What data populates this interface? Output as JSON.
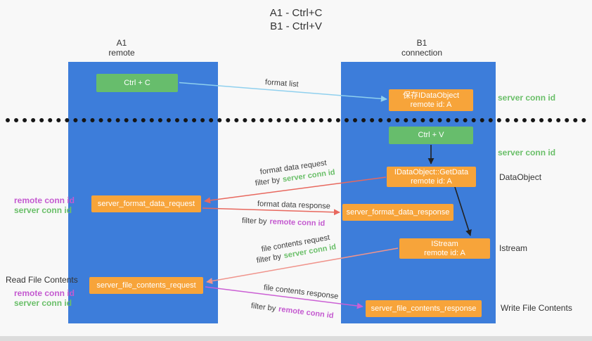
{
  "title": {
    "line1": "A1 - Ctrl+C",
    "line2": "B1 - Ctrl+V"
  },
  "columns": {
    "a": {
      "name": "A1",
      "subtitle": "remote"
    },
    "b": {
      "name": "B1",
      "subtitle": "connection"
    }
  },
  "nodes": {
    "ctrl_c": {
      "label": "Ctrl + C"
    },
    "save_idataobject": {
      "line1": "保存IDataObject",
      "line2": "remote id: A"
    },
    "ctrl_v": {
      "label": "Ctrl + V"
    },
    "getdata": {
      "line1": "IDataObject::GetData",
      "line2": "remote id: A"
    },
    "istream": {
      "line1": "IStream",
      "line2": "remote id: A"
    },
    "format_request": {
      "label": "server_format_data_request"
    },
    "format_response": {
      "label": "server_format_data_response"
    },
    "file_request": {
      "label": "server_file_contents_request"
    },
    "file_response": {
      "label": "server_file_contents_response"
    }
  },
  "labels": {
    "format_list": "format list",
    "server_conn_id": "server conn id",
    "remote_conn_id": "remote conn id",
    "filter_by": "filter by",
    "format_data_request": "format data request",
    "format_data_response": "format data response",
    "file_contents_request": "file contents request",
    "file_contents_response": "file contents response",
    "dataobject": "DataObject",
    "istream": "Istream",
    "read_file_contents": "Read File Contents",
    "write_file_contents": "Write File Contents"
  },
  "colors": {
    "lifeline_blue": "#3D7DDA",
    "node_orange": "#F7A43A",
    "node_green": "#67BD6C",
    "conn_green": "#6ABF69",
    "conn_magenta": "#C45AD0",
    "arrow_blue": "#8FD0EE",
    "arrow_red": "#E8685E",
    "arrow_salmon": "#F0948C",
    "arrow_magenta": "#CB5FD4",
    "arrow_black": "#222222"
  }
}
